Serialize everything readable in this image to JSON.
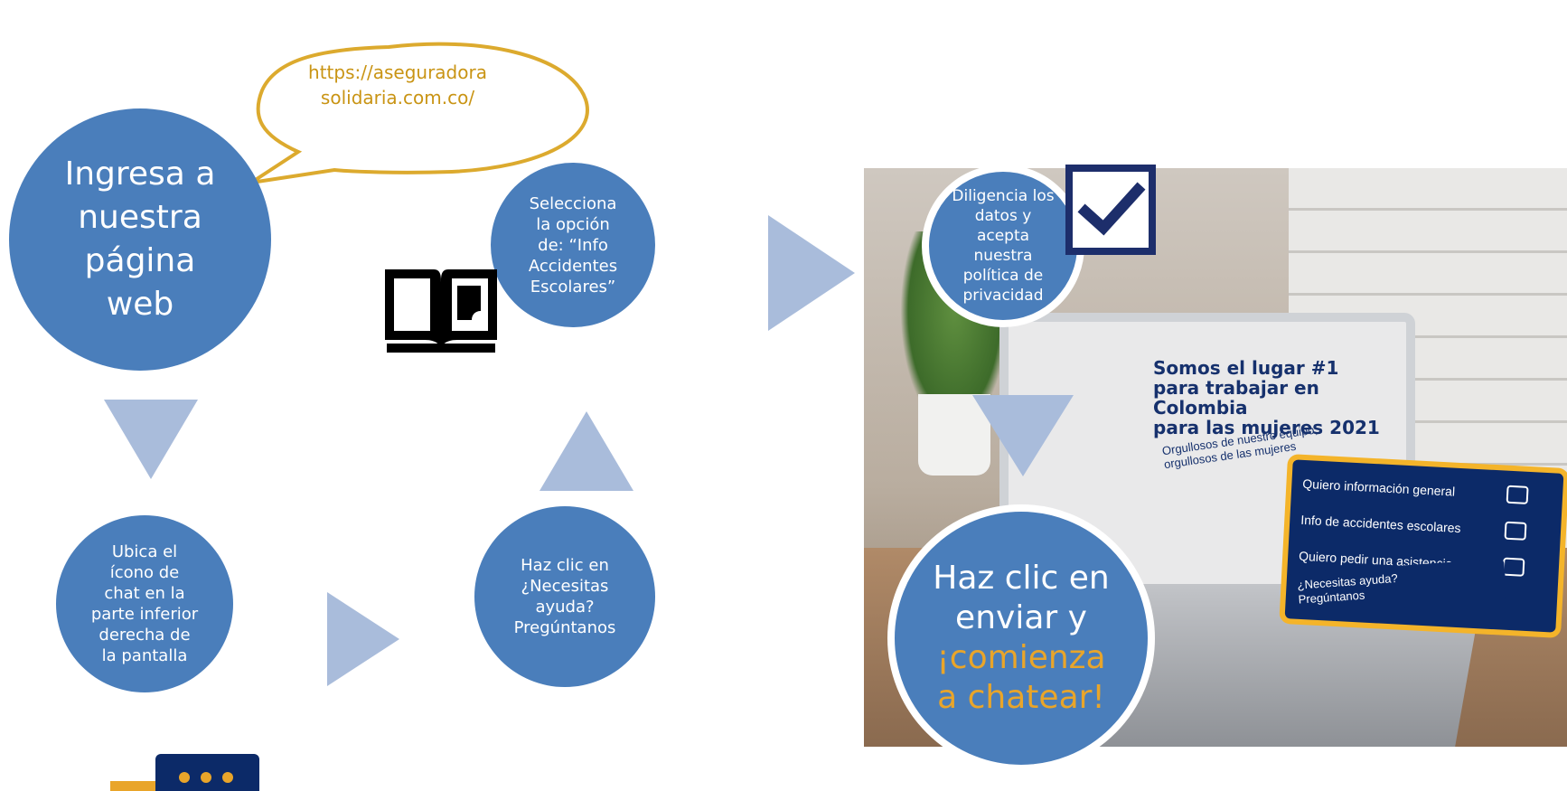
{
  "colors": {
    "circle": "#4a7ebb",
    "arrow": "#a9bcdb",
    "bubble_border": "#dcaa2e",
    "accent_orange": "#e9a52a",
    "navy": "#1d2e6b"
  },
  "bubble": {
    "text": "https://aseguradora\nsolidaria.com.co/"
  },
  "steps": [
    {
      "text": "Ingresa a\nnuestra\npágina\nweb"
    },
    {
      "text": "Ubica el\nícono de\nchat en la\nparte inferior\nderecha de\nla pantalla"
    },
    {
      "text": "Haz clic en\n¿Necesitas\nayuda?\nPregúntanos"
    },
    {
      "text": "Selecciona\nla opción\nde: “Info\nAccidentes\nEscolares”"
    },
    {
      "text": "Diligencia los\ndatos y\nacepta\nnuestra\npolítica de\nprivacidad"
    }
  ],
  "final_step": {
    "line1": "Haz clic en",
    "line2": "enviar y",
    "line3": "¡comienza",
    "line4": "a chatear!"
  },
  "photo": {
    "site_title": "Somos el lugar #1\npara trabajar en Colombia\npara las mujeres 2021",
    "site_subtitle": "Orgullosos de nuestro equipo,\norgullosos de las mujeres",
    "menu": [
      "Quiero información general",
      "Info de accidentes escolares",
      "Quiero pedir una asistencia"
    ],
    "chat_banner": "¿Necesitas ayuda?\nPregúntanos"
  },
  "icons": [
    "speech-bubble-icon",
    "open-book-icon",
    "checkbox-checked-icon",
    "chat-icon"
  ]
}
